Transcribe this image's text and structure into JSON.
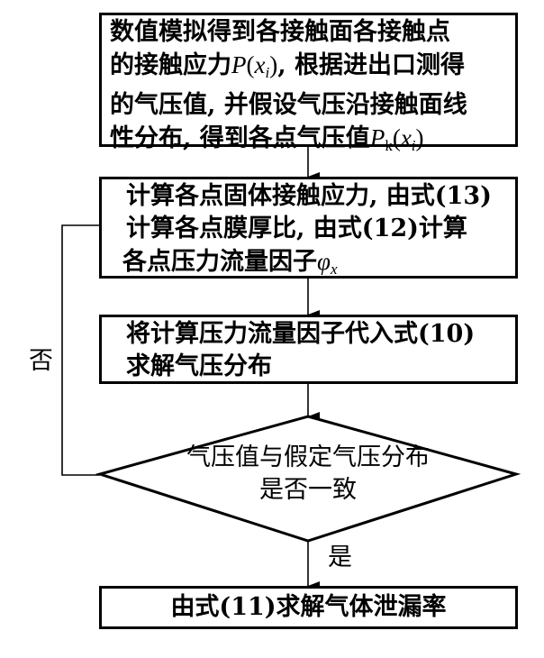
{
  "flowchart": {
    "steps": [
      {
        "id": "step1",
        "lines": [
          "数值模拟得到各接触面各接触点",
          "的接触应力P(x_i), 根据进出口测得",
          "的气压值, 并假设气压沿接触面线",
          "性分布, 得到各点气压值P_k(x_i)"
        ],
        "parts": {
          "l1": "数值模拟得到各接触面各接触点",
          "l2a": "的接触应力",
          "l2_math_P": "P",
          "l2_math_open": "(",
          "l2_math_x": "x",
          "l2_math_i": "i",
          "l2_math_close": ")",
          "l2b": ", 根据进出口测得",
          "l3": "的气压值, 并假设气压沿接触面线",
          "l4a": "性分布, 得到各点气压值",
          "l4_math_P": "P",
          "l4_math_k": "k",
          "l4_math_open": "(",
          "l4_math_x": "x",
          "l4_math_i": "i",
          "l4_math_close": ")"
        }
      },
      {
        "id": "step2",
        "lines": [
          "计算各点固体接触应力, 由式(13)",
          "计算各点膜厚比, 由式(12)计算",
          "各点压力流量因子φ_x"
        ],
        "parts": {
          "l1": "计算各点固体接触应力, 由式(13)",
          "l2": "计算各点膜厚比, 由式(12)计算",
          "l3a": "各点压力流量因子",
          "l3_math_phi": "φ",
          "l3_math_x": "x"
        }
      },
      {
        "id": "step3",
        "lines": [
          "将计算压力流量因子代入式(10)",
          "求解气压分布"
        ]
      },
      {
        "id": "decision",
        "lines": [
          "气压值与假定气压分布",
          "是否一致"
        ]
      },
      {
        "id": "step4",
        "lines": [
          "由式(11)求解气体泄漏率"
        ]
      }
    ],
    "branch_labels": {
      "no": "否",
      "yes": "是"
    },
    "colors": {
      "stroke": "#000000",
      "background": "#ffffff"
    }
  }
}
